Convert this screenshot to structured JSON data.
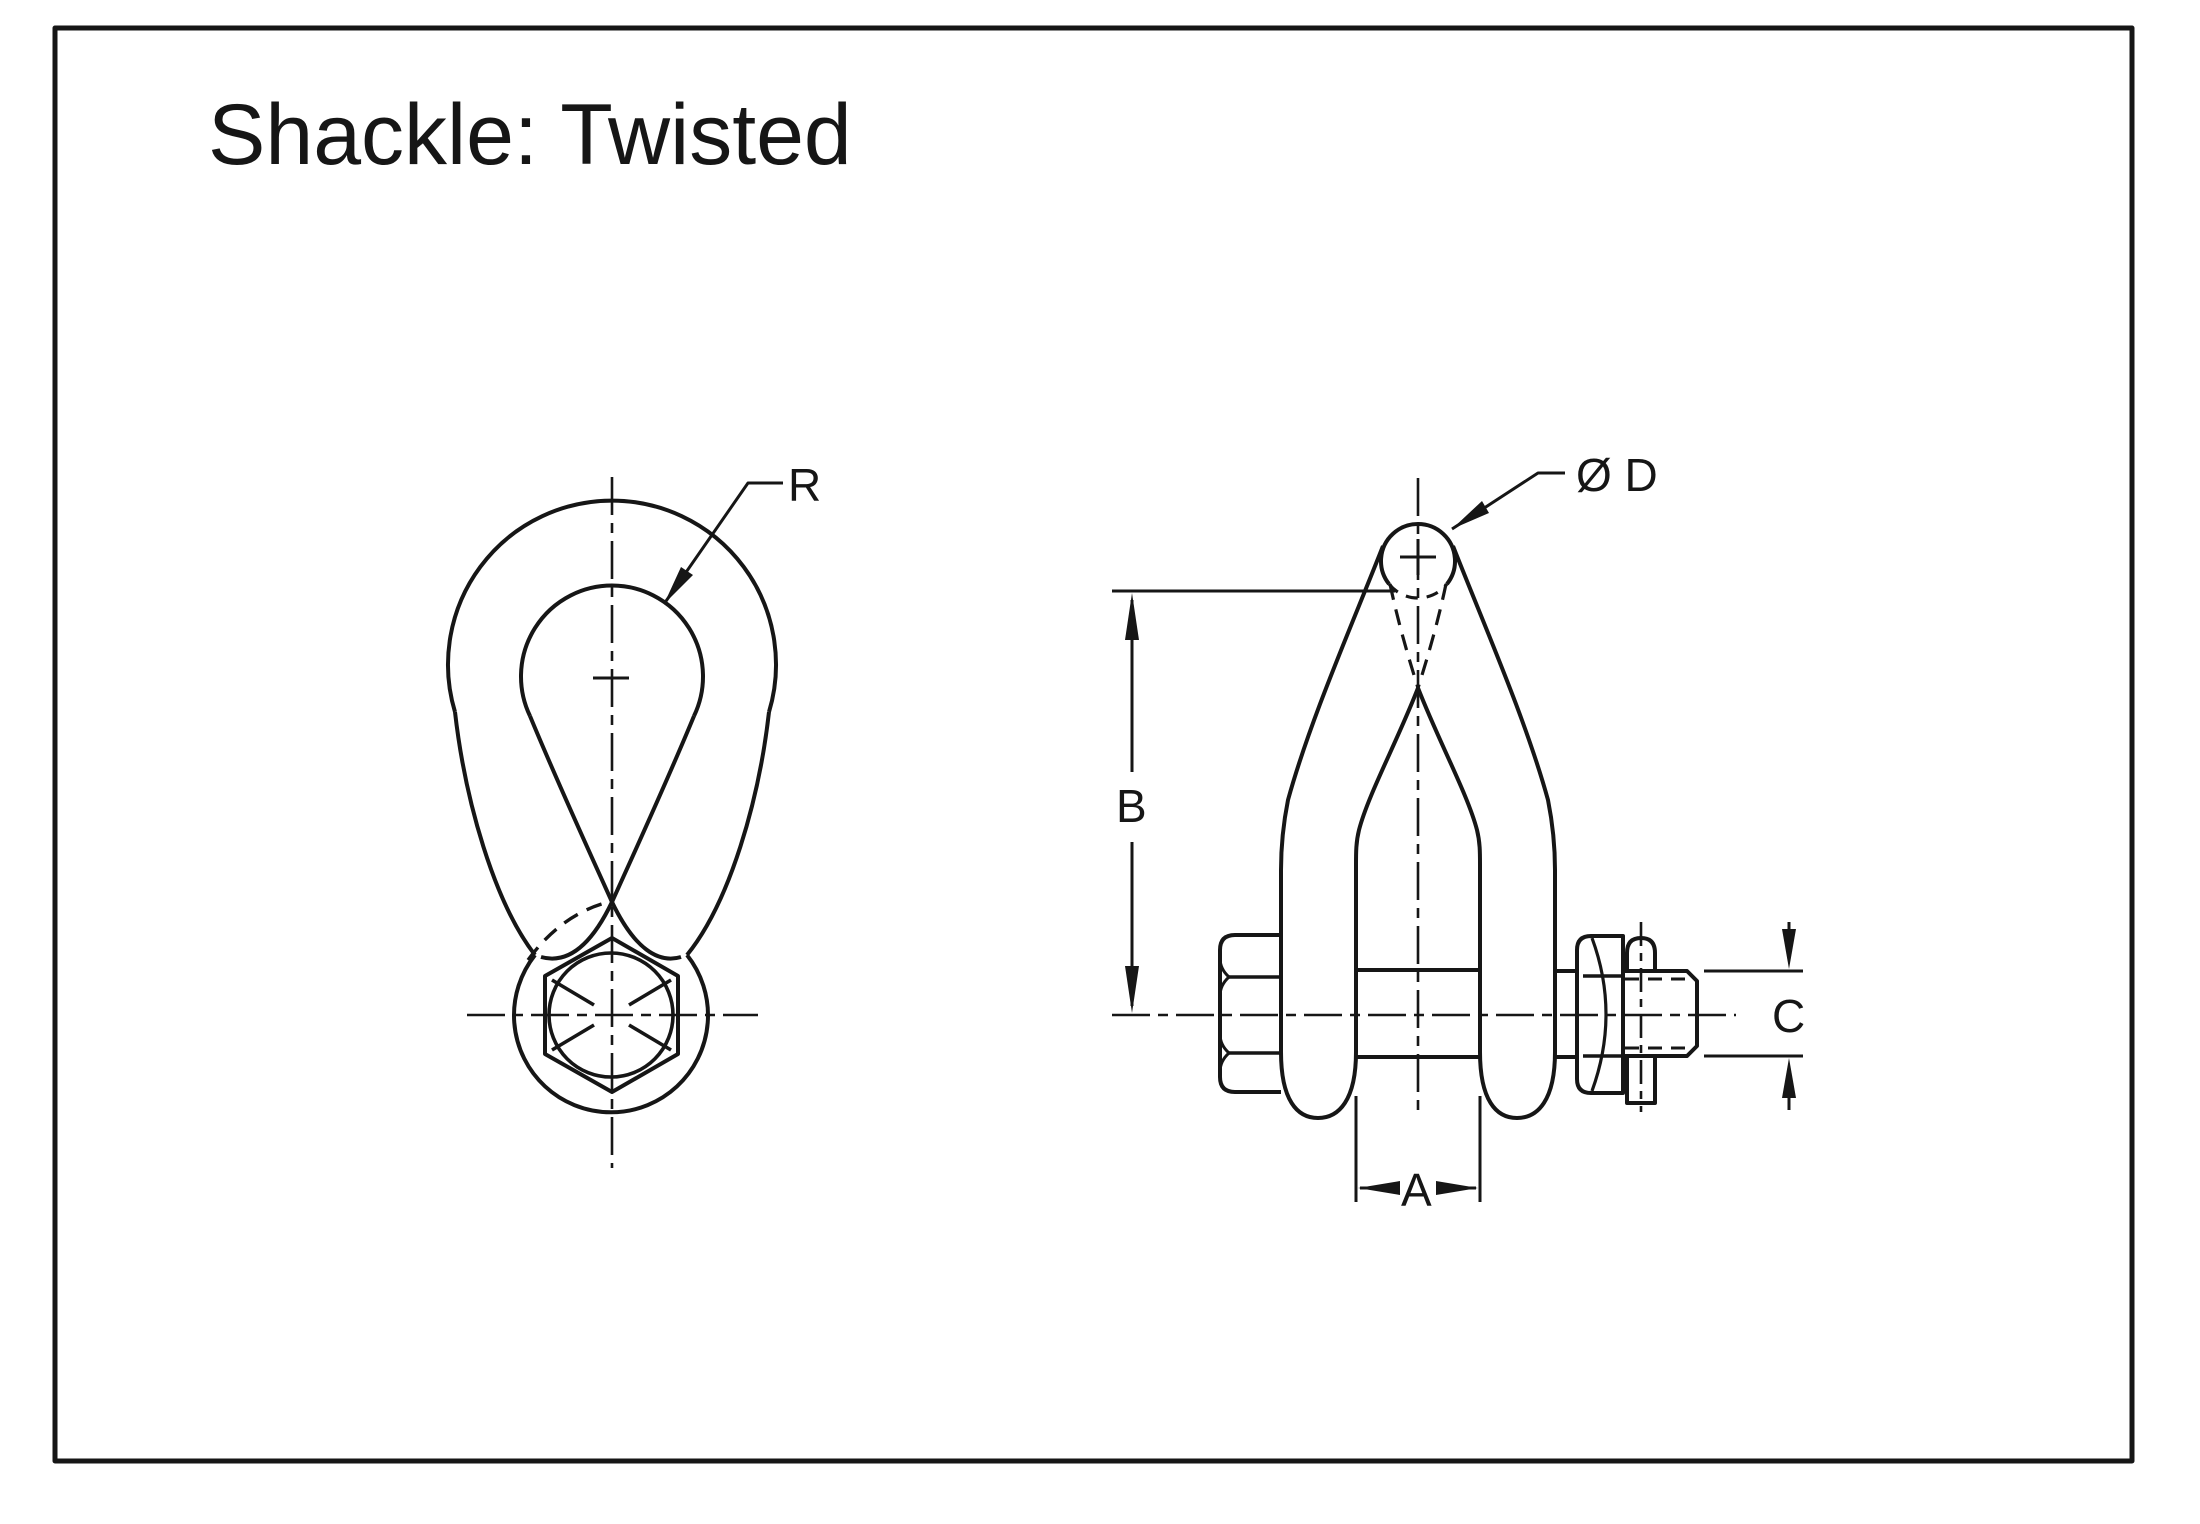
{
  "drawing": {
    "title": "Shackle: Twisted",
    "labels": {
      "bow_radius": "R",
      "pin_diameter": "Ø D",
      "length_inside": "B",
      "width_inside": "A",
      "pin_end": "C"
    },
    "colors": {
      "line": "#161616",
      "background": "#ffffff"
    }
  }
}
